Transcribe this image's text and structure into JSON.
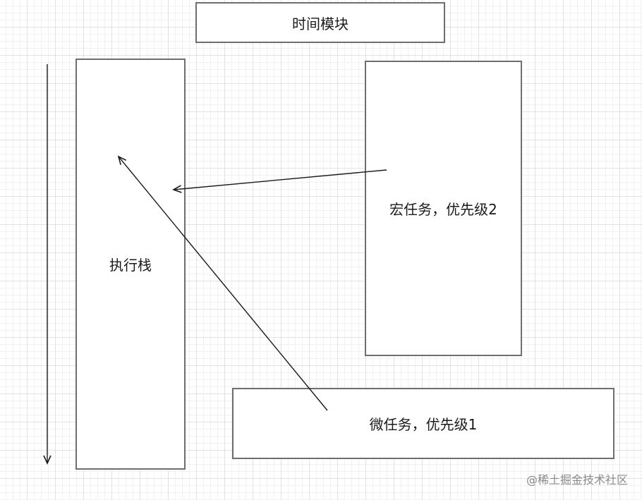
{
  "diagram": {
    "title": "时间模块",
    "execution_stack": "执行栈",
    "macro_task": "宏任务，优先级2",
    "micro_task": "微任务，优先级1"
  },
  "watermark": "@稀土掘金技术社区",
  "colors": {
    "box_border": "#6e6e6e",
    "arrow": "#1a1a1a",
    "grid_major": "#e2e2e2",
    "grid_minor": "#f1f1f1"
  }
}
